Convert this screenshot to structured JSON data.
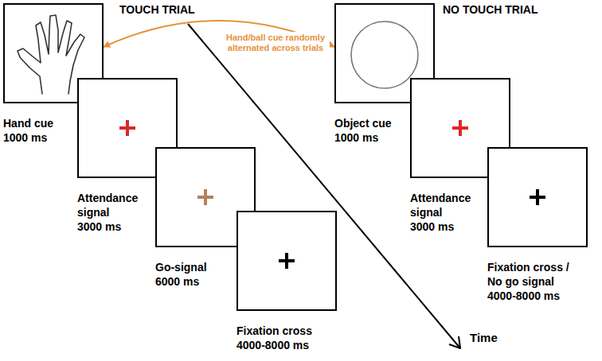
{
  "diagram": {
    "nodes": [
      {
        "text": [
          "Hand cue",
          "1000 ms"
        ]
      },
      {
        "text": [
          "Attendance signal",
          "3000 ms"
        ]
      },
      {
        "text": [
          "Go-signal",
          "6000 ms"
        ]
      },
      {
        "text": [
          "Fixation cross",
          "4000-8000 ms"
        ]
      },
      {
        "text": [
          "Object cue",
          "1000 ms"
        ]
      },
      {
        "text": [
          "Attendance signal",
          "3000 ms"
        ]
      },
      {
        "text": [
          "Fixation cross / No go signal",
          "4000-8000 ms"
        ]
      }
    ],
    "edges": [
      {
        "from": 0,
        "to": 4,
        "arrow": "both",
        "label": "Hand/ball cue randomly alternated across trials"
      }
    ],
    "labels": [
      "TOUCH TRIAL",
      "NO TOUCH TRIAL",
      "Time"
    ]
  }
}
